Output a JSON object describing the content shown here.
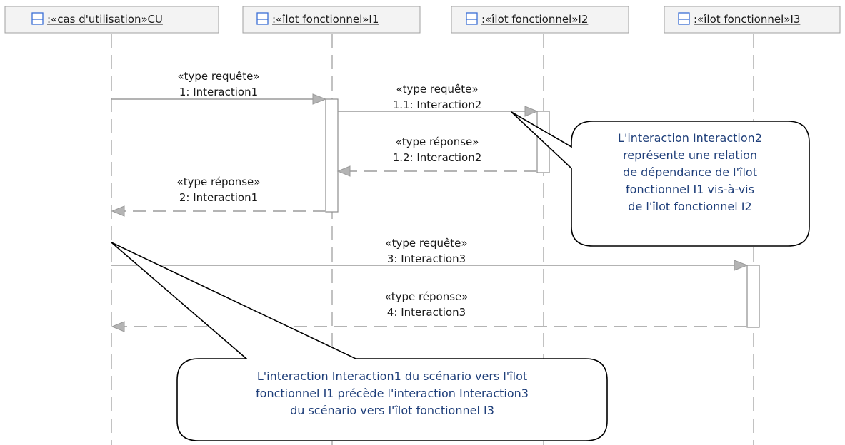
{
  "lifelines": [
    {
      "id": "cu",
      "label": ":«cas d'utilisation»CU",
      "icon": "class-icon"
    },
    {
      "id": "i1",
      "label": ":«îlot fonctionnel»I1",
      "icon": "class-icon"
    },
    {
      "id": "i2",
      "label": ":«îlot fonctionnel»I2",
      "icon": "class-icon"
    },
    {
      "id": "i3",
      "label": ":«îlot fonctionnel»I3",
      "icon": "class-icon"
    }
  ],
  "messages": [
    {
      "stereotype": "«type requête»",
      "label": "1: Interaction1",
      "from": "cu",
      "to": "i1",
      "kind": "request"
    },
    {
      "stereotype": "«type requête»",
      "label": "1.1: Interaction2",
      "from": "i1",
      "to": "i2",
      "kind": "request"
    },
    {
      "stereotype": "«type réponse»",
      "label": "1.2: Interaction2",
      "from": "i2",
      "to": "i1",
      "kind": "response"
    },
    {
      "stereotype": "«type réponse»",
      "label": "2: Interaction1",
      "from": "i1",
      "to": "cu",
      "kind": "response"
    },
    {
      "stereotype": "«type requête»",
      "label": "3: Interaction3",
      "from": "cu",
      "to": "i3",
      "kind": "request"
    },
    {
      "stereotype": "«type réponse»",
      "label": "4: Interaction3",
      "from": "i3",
      "to": "cu",
      "kind": "response"
    }
  ],
  "notes": [
    {
      "lines": [
        "L'interaction Interaction2",
        "représente une relation",
        "de dépendance de l'îlot",
        "fonctionnel I1 vis-à-vis",
        "de l'îlot fonctionnel I2"
      ]
    },
    {
      "lines": [
        "L'interaction Interaction1 du scénario vers l'îlot",
        "fonctionnel I1 précède l'interaction Interaction3",
        "du scénario vers l'îlot fonctionnel I3"
      ]
    }
  ],
  "colors": {
    "note_text": "#1f3f7a",
    "line": "#9a9a9a",
    "icon": "#3b6fd6"
  }
}
